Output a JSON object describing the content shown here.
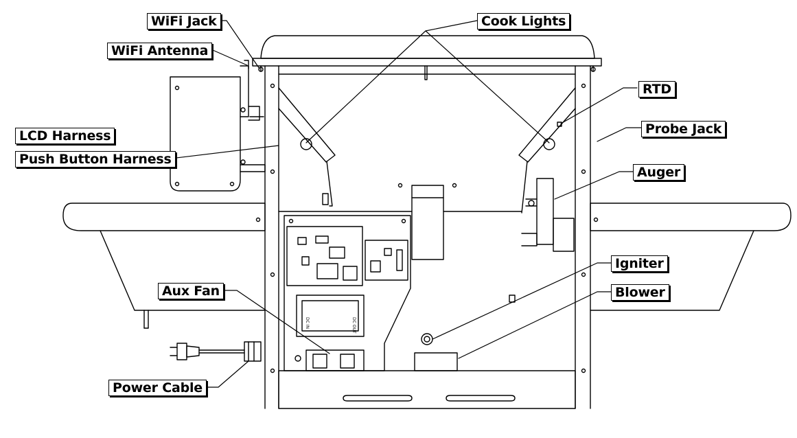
{
  "labels": {
    "wifi_jack": "WiFi Jack",
    "wifi_antenna": "WiFi Antenna",
    "cook_lights": "Cook Lights",
    "rtd": "RTD",
    "probe_jack": "Probe Jack",
    "lcd_harness": "LCD Harness",
    "push_button_harness": "Push Button Harness",
    "auger": "Auger",
    "igniter": "Igniter",
    "blower": "Blower",
    "aux_fan": "Aux Fan",
    "power_cable": "Power Cable"
  },
  "board_markings": {
    "psu_left": "DC IN",
    "psu_right": "DC OUT"
  },
  "colors": {
    "line": "#000000",
    "background": "#ffffff"
  }
}
